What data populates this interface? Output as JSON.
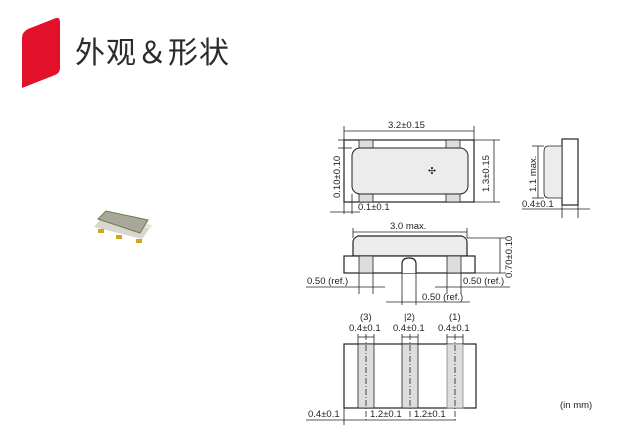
{
  "header": {
    "title": "外观＆形状",
    "accent_color": "#e3102a"
  },
  "product_photo": {
    "alt": "ceramic-resonator-component"
  },
  "top_view": {
    "width_dim": "3.2±0.15",
    "height_dim": "1.3±0.15",
    "side_gap_dim": "0.10±0.10",
    "edge_dim": "0.1±0.1"
  },
  "side_view_right": {
    "height_dim": "1.1 max.",
    "depth_dim": "0.4±0.1"
  },
  "front_view": {
    "length_dim": "3.0 max.",
    "height_dim": "0.70±0.10",
    "left_ref": "0.50 (ref.)",
    "right_ref": "0.50 (ref.)",
    "center_ref": "0.50 (ref.)"
  },
  "bottom_view": {
    "terminals": [
      {
        "label": "(3)",
        "width": "0.4±0.1"
      },
      {
        "label": "|2)",
        "width": "0.4±0.1"
      },
      {
        "label": "(1)",
        "width": "0.4±0.1"
      }
    ],
    "offset_dim": "0.4±0.1",
    "pitch_1": "1.2±0.1",
    "pitch_2": "1.2±0.1"
  },
  "units_note": "(in mm)"
}
